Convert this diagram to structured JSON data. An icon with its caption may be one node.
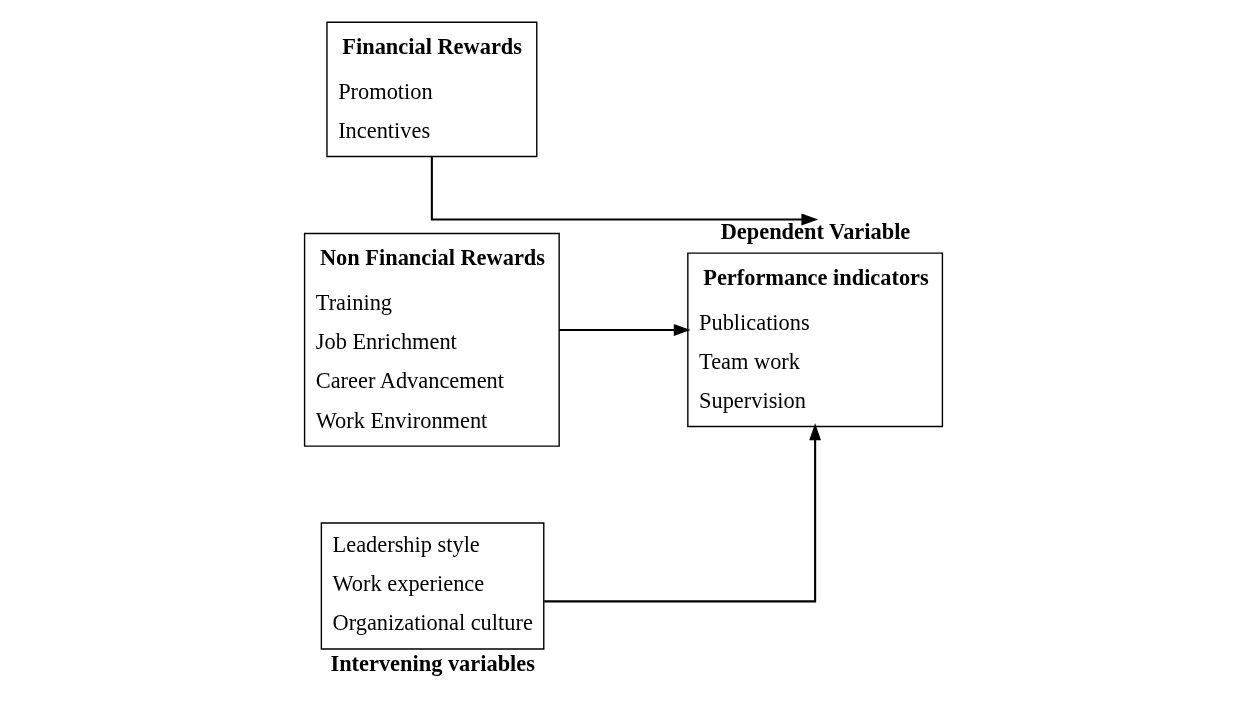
{
  "diagram": {
    "nodes": [
      {
        "text": [
          "Financial Rewards",
          "Promotion",
          "Incentives"
        ]
      },
      {
        "text": [
          "Non Financial Rewards",
          "Training",
          "Job Enrichment",
          "Career Advancement",
          "Work Environment"
        ]
      },
      {
        "text": [
          "Leadership style",
          "Work experience",
          "Organizational culture"
        ],
        "beside": [
          "Intervening variables"
        ]
      },
      {
        "text": [
          "Performance indicators",
          "Publications",
          "Team work",
          "Supervision"
        ],
        "beside": [
          "Dependent Variable"
        ]
      }
    ],
    "edges": [
      {
        "from": 0,
        "to": 3,
        "arrow": "to"
      },
      {
        "from": 1,
        "to": 3,
        "arrow": "to"
      },
      {
        "from": 2,
        "to": 3,
        "arrow": "to"
      }
    ]
  }
}
